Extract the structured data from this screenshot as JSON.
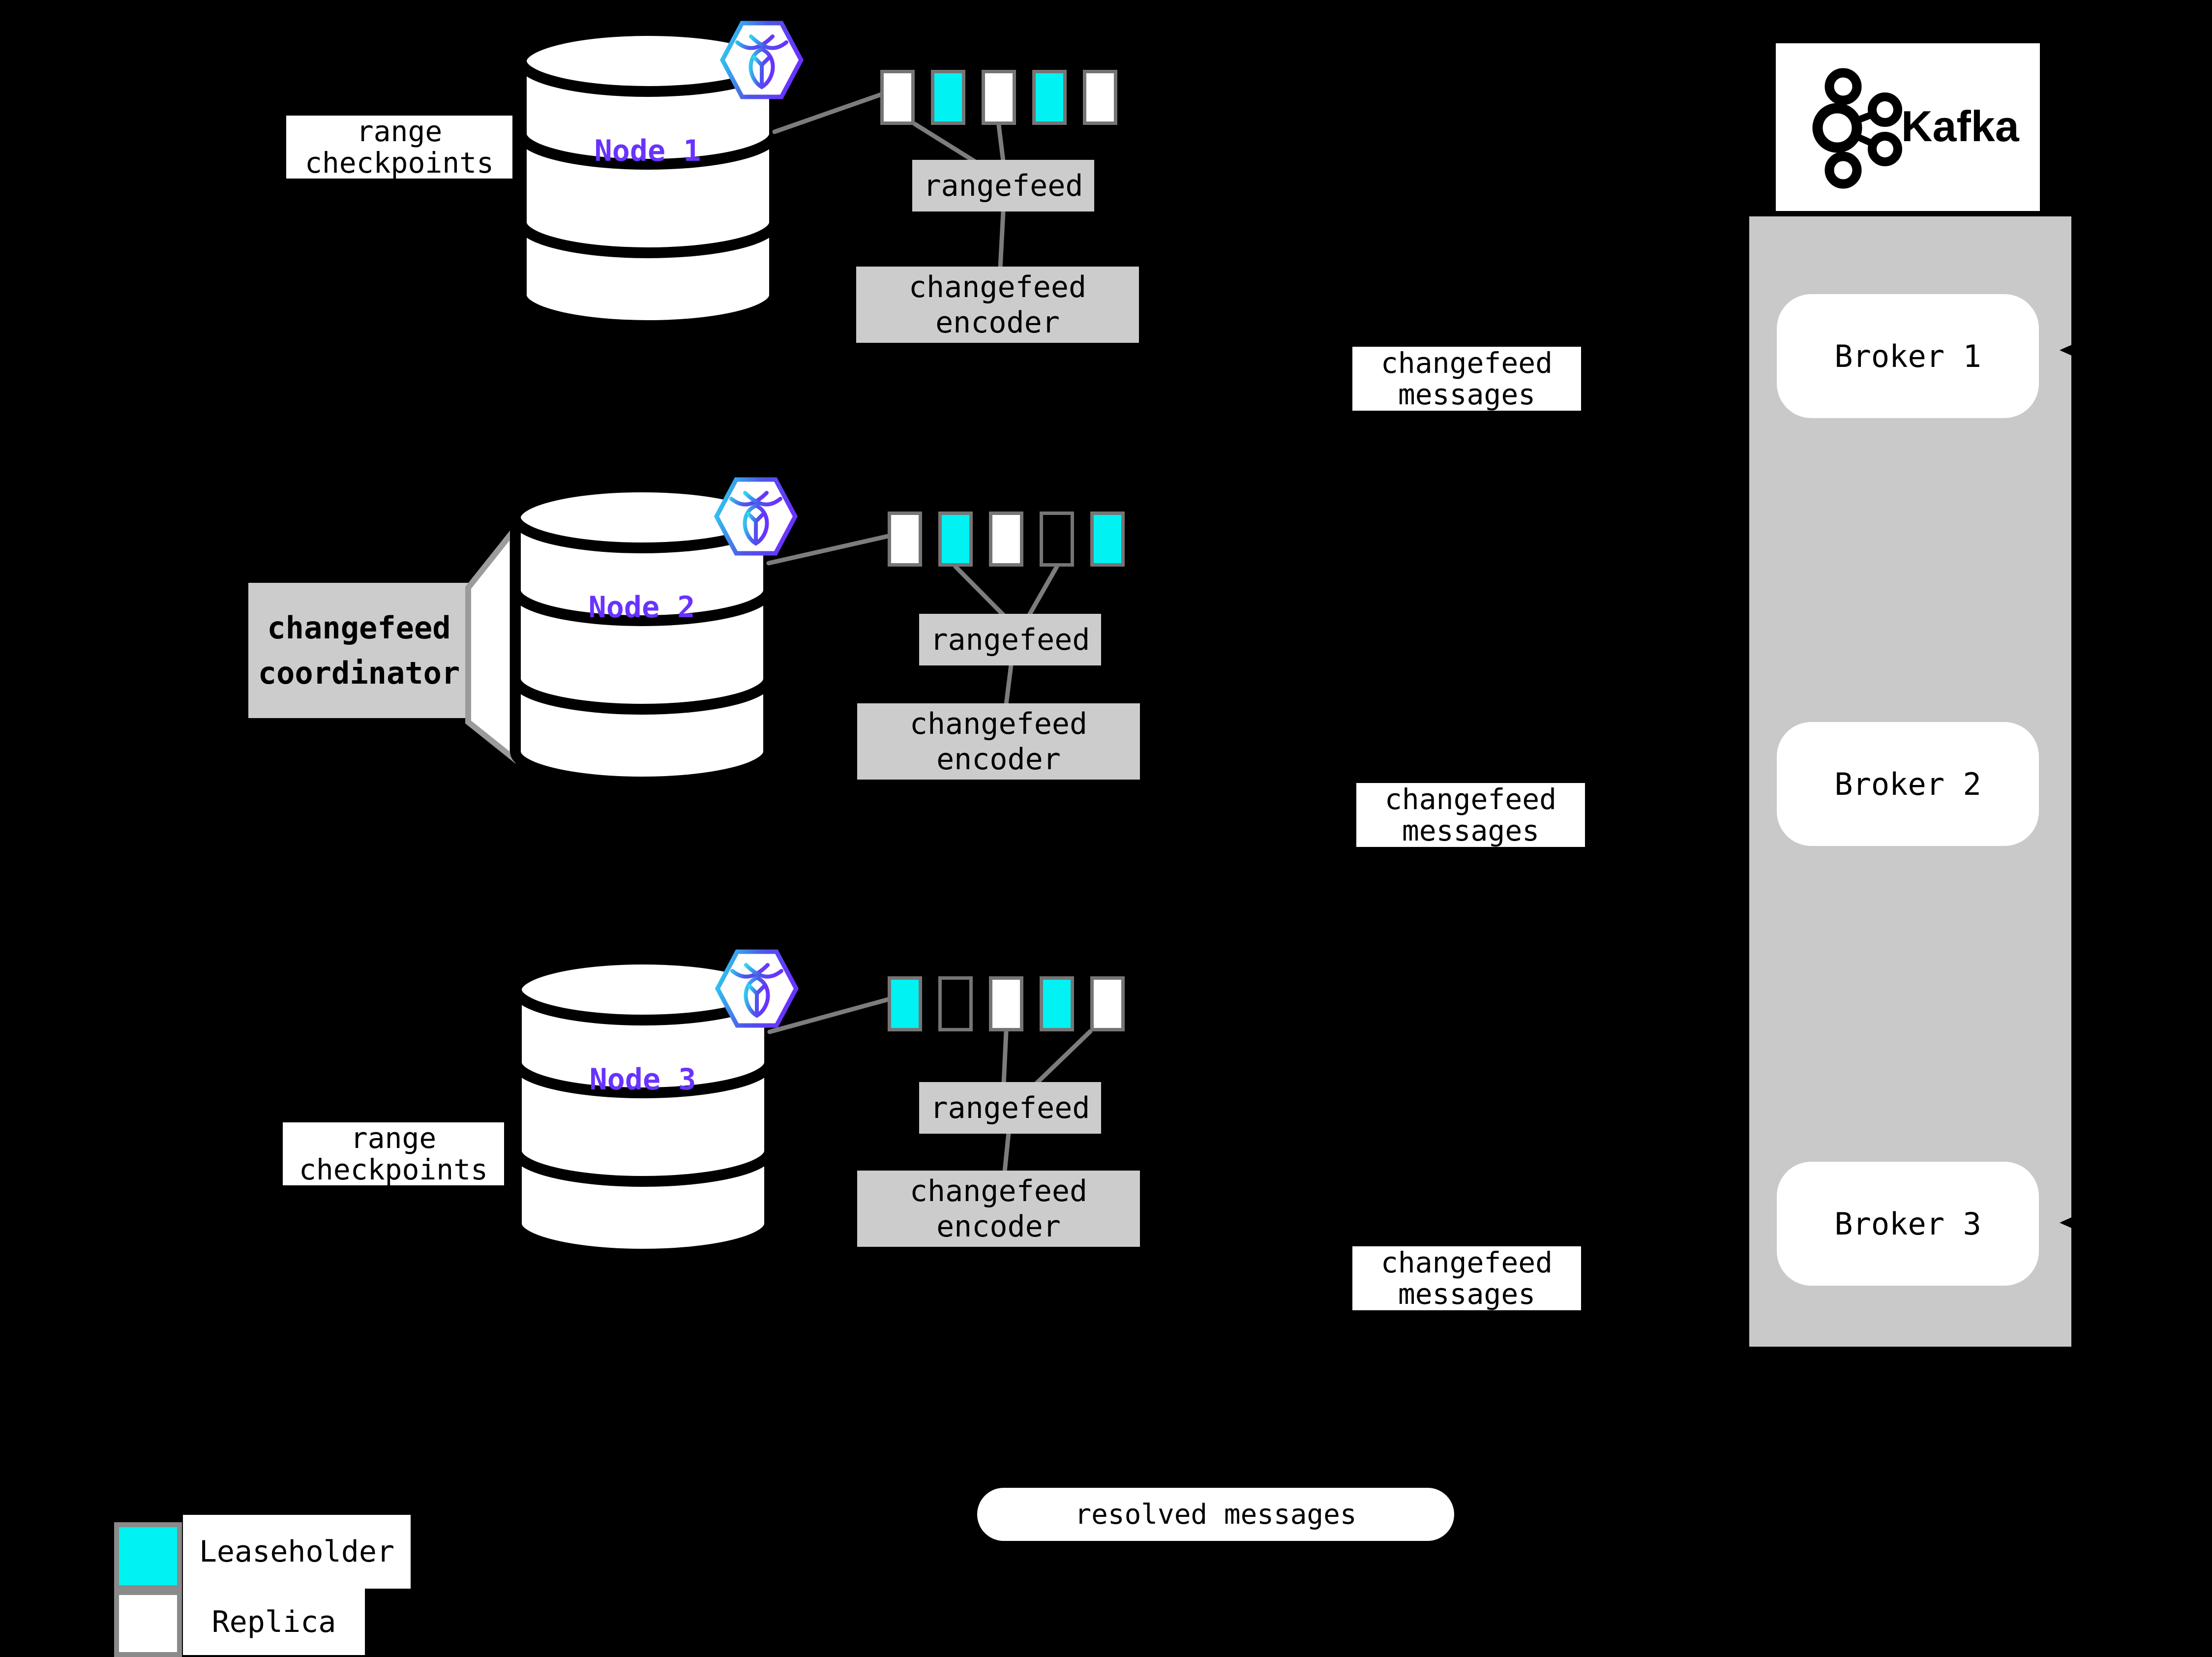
{
  "colors": {
    "leaseholder": "#00F2F2",
    "replica": "#ffffff",
    "empty": "transparent",
    "node_name": "#6933FF",
    "box_gray": "#cccccc",
    "connector_gray": "#7d7d7d",
    "background": "#000000"
  },
  "nodes": [
    {
      "name": "Node 1",
      "ranges": [
        "replica",
        "leaseholder",
        "replica",
        "leaseholder",
        "replica"
      ]
    },
    {
      "name": "Node 2",
      "ranges": [
        "replica",
        "leaseholder",
        "replica",
        "empty",
        "leaseholder"
      ]
    },
    {
      "name": "Node 3",
      "ranges": [
        "leaseholder",
        "empty",
        "replica",
        "leaseholder",
        "replica"
      ]
    }
  ],
  "boxes": {
    "rangefeed": "rangefeed",
    "encoder_line1": "changefeed",
    "encoder_line2": "encoder",
    "messages_line1": "changefeed",
    "messages_line2": "messages",
    "range_checkpoints_line1": "range",
    "range_checkpoints_line2": "checkpoints"
  },
  "coordinator": {
    "line1": "changefeed",
    "line2": "coordinator"
  },
  "kafka": {
    "wordmark": "Kafka",
    "brokers": [
      "Broker 1",
      "Broker 2",
      "Broker 3"
    ]
  },
  "flow": {
    "resolved_messages": "resolved messages"
  },
  "legend": {
    "leaseholder": "Leaseholder",
    "replica": "Replica"
  }
}
